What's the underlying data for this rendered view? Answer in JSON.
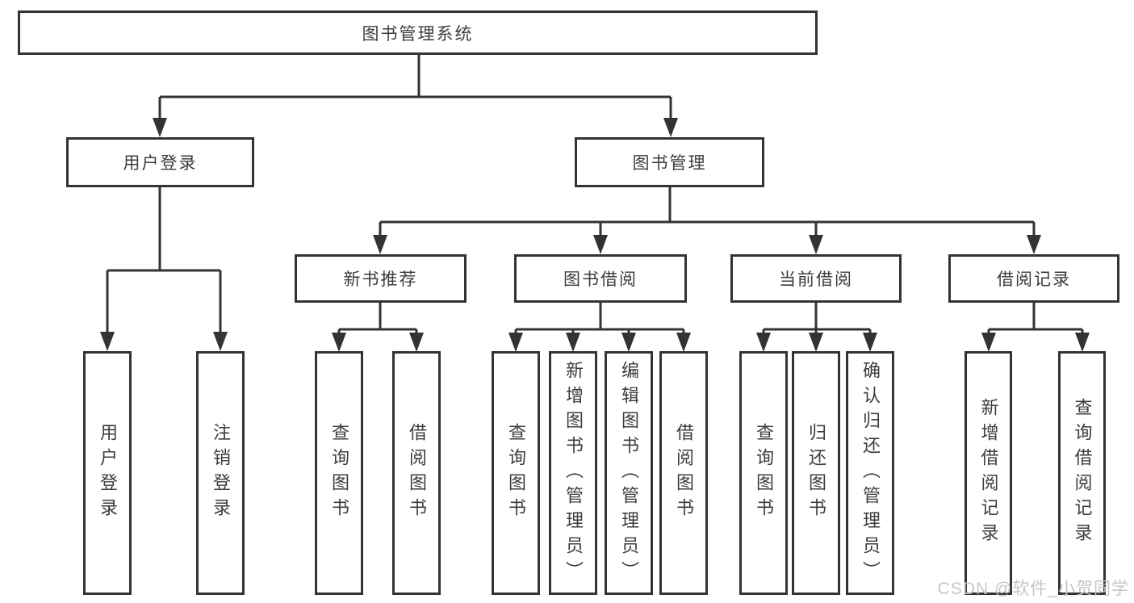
{
  "diagram": {
    "title": "图书管理系统",
    "watermark": "CSDN @软件_小贺同学",
    "colors": {
      "line": "#333333",
      "border": "#333333",
      "box_background": "#ffffff",
      "text": "#3c3c3c",
      "watermark": "#c6c6c6"
    },
    "nodes": {
      "root": {
        "label": "图书管理系统"
      },
      "user_login_branch": {
        "label": "用户登录"
      },
      "book_mgmt_branch": {
        "label": "图书管理"
      },
      "new_book_rec": {
        "label": "新书推荐"
      },
      "book_borrow": {
        "label": "图书借阅"
      },
      "current_borrow": {
        "label": "当前借阅"
      },
      "borrow_records": {
        "label": "借阅记录"
      },
      "leaf_user_login": {
        "label": "用户登录"
      },
      "leaf_logout": {
        "label": "注销登录"
      },
      "leaf_nbr_query": {
        "label": "查询图书"
      },
      "leaf_nbr_borrow": {
        "label": "借阅图书"
      },
      "leaf_bb_query": {
        "label": "查询图书"
      },
      "leaf_bb_add": {
        "label": "新增图书（管理员）"
      },
      "leaf_bb_edit": {
        "label": "编辑图书（管理员）"
      },
      "leaf_bb_borrow": {
        "label": "借阅图书"
      },
      "leaf_cb_query": {
        "label": "查询图书"
      },
      "leaf_cb_return": {
        "label": "归还图书"
      },
      "leaf_cb_confirm": {
        "label": "确认归还（管理员）"
      },
      "leaf_br_add": {
        "label": "新增借阅记录"
      },
      "leaf_br_query": {
        "label": "查询借阅记录"
      }
    },
    "hierarchy_note": "root > [user_login_branch > [leaf_user_login, leaf_logout], book_mgmt_branch > [new_book_rec > [leaf_nbr_query, leaf_nbr_borrow], book_borrow > [leaf_bb_query, leaf_bb_add, leaf_bb_edit, leaf_bb_borrow], current_borrow > [leaf_cb_query, leaf_cb_return, leaf_cb_confirm], borrow_records > [leaf_br_add, leaf_br_query]]]"
  }
}
